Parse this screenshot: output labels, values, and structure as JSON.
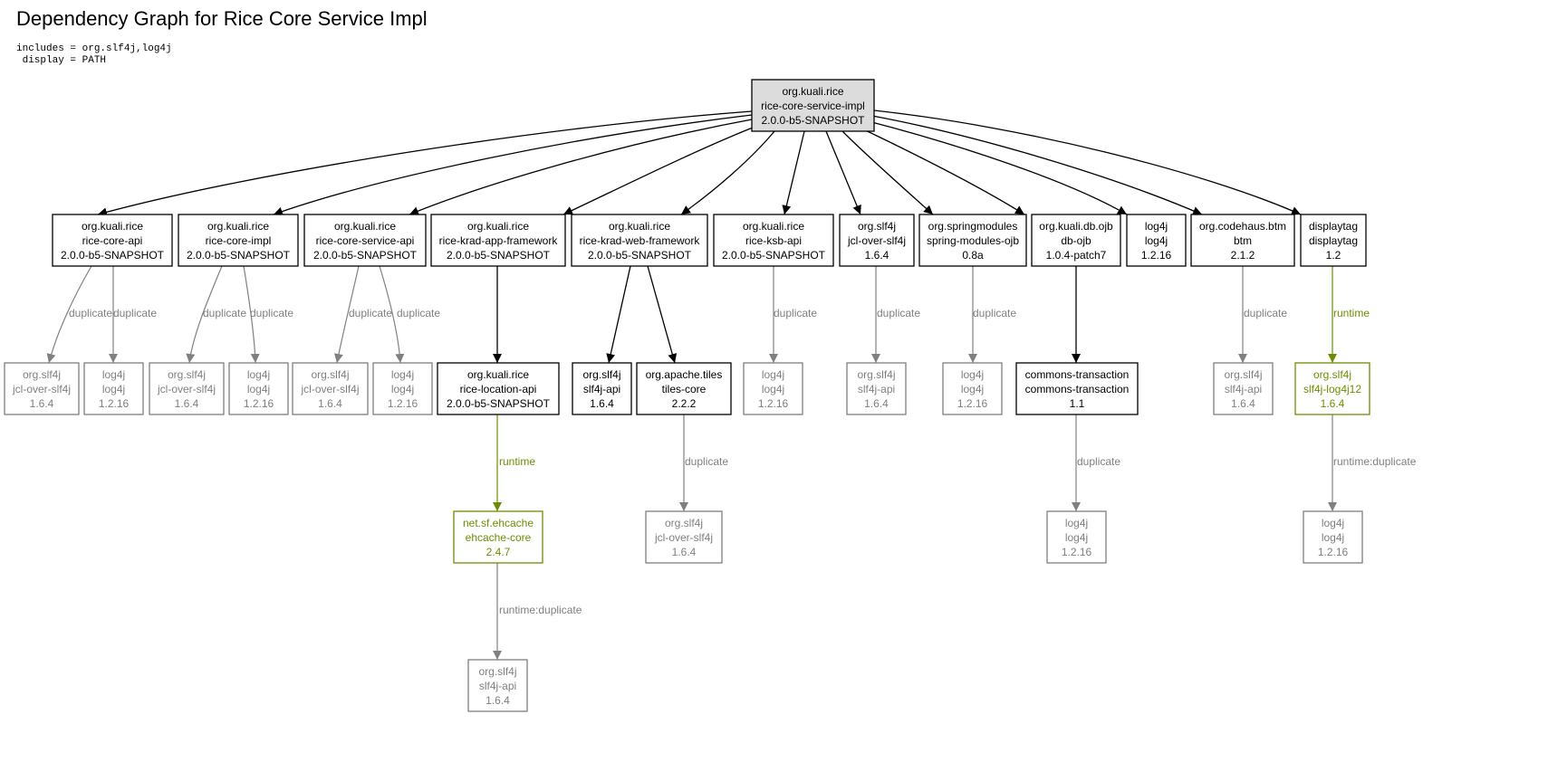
{
  "title": "Dependency Graph for Rice Core Service Impl",
  "params": [
    "includes = org.slf4j,log4j",
    " display = PATH"
  ],
  "colors": {
    "compile": "#000000",
    "duplicate": "#808080",
    "runtime": "#6b8e00",
    "root_fill": "#dcdcdc"
  },
  "nodes": [
    {
      "id": "root",
      "group": "org.kuali.rice",
      "artifact": "rice-core-service-impl",
      "version": "2.0.0-b5-SNAPSHOT",
      "kind": "root"
    },
    {
      "id": "core-api",
      "group": "org.kuali.rice",
      "artifact": "rice-core-api",
      "version": "2.0.0-b5-SNAPSHOT",
      "kind": "compile"
    },
    {
      "id": "core-impl",
      "group": "org.kuali.rice",
      "artifact": "rice-core-impl",
      "version": "2.0.0-b5-SNAPSHOT",
      "kind": "compile"
    },
    {
      "id": "core-service-api",
      "group": "org.kuali.rice",
      "artifact": "rice-core-service-api",
      "version": "2.0.0-b5-SNAPSHOT",
      "kind": "compile"
    },
    {
      "id": "krad-app",
      "group": "org.kuali.rice",
      "artifact": "rice-krad-app-framework",
      "version": "2.0.0-b5-SNAPSHOT",
      "kind": "compile"
    },
    {
      "id": "krad-web",
      "group": "org.kuali.rice",
      "artifact": "rice-krad-web-framework",
      "version": "2.0.0-b5-SNAPSHOT",
      "kind": "compile"
    },
    {
      "id": "ksb-api",
      "group": "org.kuali.rice",
      "artifact": "rice-ksb-api",
      "version": "2.0.0-b5-SNAPSHOT",
      "kind": "compile"
    },
    {
      "id": "jcl",
      "group": "org.slf4j",
      "artifact": "jcl-over-slf4j",
      "version": "1.6.4",
      "kind": "compile"
    },
    {
      "id": "springmod",
      "group": "org.springmodules",
      "artifact": "spring-modules-ojb",
      "version": "0.8a",
      "kind": "compile"
    },
    {
      "id": "dbojb",
      "group": "org.kuali.db.ojb",
      "artifact": "db-ojb",
      "version": "1.0.4-patch7",
      "kind": "compile"
    },
    {
      "id": "log4j",
      "group": "log4j",
      "artifact": "log4j",
      "version": "1.2.16",
      "kind": "compile"
    },
    {
      "id": "btm",
      "group": "org.codehaus.btm",
      "artifact": "btm",
      "version": "2.1.2",
      "kind": "compile"
    },
    {
      "id": "displaytag",
      "group": "displaytag",
      "artifact": "displaytag",
      "version": "1.2",
      "kind": "compile"
    },
    {
      "id": "d1",
      "group": "org.slf4j",
      "artifact": "jcl-over-slf4j",
      "version": "1.6.4",
      "kind": "duplicate"
    },
    {
      "id": "d2",
      "group": "log4j",
      "artifact": "log4j",
      "version": "1.2.16",
      "kind": "duplicate"
    },
    {
      "id": "d3",
      "group": "org.slf4j",
      "artifact": "jcl-over-slf4j",
      "version": "1.6.4",
      "kind": "duplicate"
    },
    {
      "id": "d4",
      "group": "log4j",
      "artifact": "log4j",
      "version": "1.2.16",
      "kind": "duplicate"
    },
    {
      "id": "d5",
      "group": "org.slf4j",
      "artifact": "jcl-over-slf4j",
      "version": "1.6.4",
      "kind": "duplicate"
    },
    {
      "id": "d6",
      "group": "log4j",
      "artifact": "log4j",
      "version": "1.2.16",
      "kind": "duplicate"
    },
    {
      "id": "location",
      "group": "org.kuali.rice",
      "artifact": "rice-location-api",
      "version": "2.0.0-b5-SNAPSHOT",
      "kind": "compile"
    },
    {
      "id": "slf4japi",
      "group": "org.slf4j",
      "artifact": "slf4j-api",
      "version": "1.6.4",
      "kind": "compile"
    },
    {
      "id": "tiles",
      "group": "org.apache.tiles",
      "artifact": "tiles-core",
      "version": "2.2.2",
      "kind": "compile"
    },
    {
      "id": "d7",
      "group": "log4j",
      "artifact": "log4j",
      "version": "1.2.16",
      "kind": "duplicate"
    },
    {
      "id": "d8",
      "group": "org.slf4j",
      "artifact": "slf4j-api",
      "version": "1.6.4",
      "kind": "duplicate"
    },
    {
      "id": "d9",
      "group": "log4j",
      "artifact": "log4j",
      "version": "1.2.16",
      "kind": "duplicate"
    },
    {
      "id": "commons",
      "group": "commons-transaction",
      "artifact": "commons-transaction",
      "version": "1.1",
      "kind": "compile"
    },
    {
      "id": "d10",
      "group": "org.slf4j",
      "artifact": "slf4j-api",
      "version": "1.6.4",
      "kind": "duplicate"
    },
    {
      "id": "slf4jlog4j",
      "group": "org.slf4j",
      "artifact": "slf4j-log4j12",
      "version": "1.6.4",
      "kind": "runtime"
    },
    {
      "id": "ehcache",
      "group": "net.sf.ehcache",
      "artifact": "ehcache-core",
      "version": "2.4.7",
      "kind": "runtime"
    },
    {
      "id": "d11",
      "group": "org.slf4j",
      "artifact": "jcl-over-slf4j",
      "version": "1.6.4",
      "kind": "duplicate"
    },
    {
      "id": "d12",
      "group": "log4j",
      "artifact": "log4j",
      "version": "1.2.16",
      "kind": "duplicate"
    },
    {
      "id": "d13",
      "group": "log4j",
      "artifact": "log4j",
      "version": "1.2.16",
      "kind": "duplicate"
    },
    {
      "id": "d14",
      "group": "org.slf4j",
      "artifact": "slf4j-api",
      "version": "1.6.4",
      "kind": "duplicate"
    }
  ],
  "edges": [
    {
      "from": "root",
      "to": "core-api",
      "label": "",
      "kind": "compile"
    },
    {
      "from": "root",
      "to": "core-impl",
      "label": "",
      "kind": "compile"
    },
    {
      "from": "root",
      "to": "core-service-api",
      "label": "",
      "kind": "compile"
    },
    {
      "from": "root",
      "to": "krad-app",
      "label": "",
      "kind": "compile"
    },
    {
      "from": "root",
      "to": "krad-web",
      "label": "",
      "kind": "compile"
    },
    {
      "from": "root",
      "to": "ksb-api",
      "label": "",
      "kind": "compile"
    },
    {
      "from": "root",
      "to": "jcl",
      "label": "",
      "kind": "compile"
    },
    {
      "from": "root",
      "to": "springmod",
      "label": "",
      "kind": "compile"
    },
    {
      "from": "root",
      "to": "dbojb",
      "label": "",
      "kind": "compile"
    },
    {
      "from": "root",
      "to": "log4j",
      "label": "",
      "kind": "compile"
    },
    {
      "from": "root",
      "to": "btm",
      "label": "",
      "kind": "compile"
    },
    {
      "from": "root",
      "to": "displaytag",
      "label": "",
      "kind": "compile"
    },
    {
      "from": "core-api",
      "to": "d1",
      "label": "duplicate",
      "kind": "duplicate"
    },
    {
      "from": "core-api",
      "to": "d2",
      "label": "duplicate",
      "kind": "duplicate"
    },
    {
      "from": "core-impl",
      "to": "d3",
      "label": "duplicate",
      "kind": "duplicate"
    },
    {
      "from": "core-impl",
      "to": "d4",
      "label": "duplicate",
      "kind": "duplicate"
    },
    {
      "from": "core-service-api",
      "to": "d5",
      "label": "duplicate",
      "kind": "duplicate"
    },
    {
      "from": "core-service-api",
      "to": "d6",
      "label": "duplicate",
      "kind": "duplicate"
    },
    {
      "from": "krad-app",
      "to": "location",
      "label": "",
      "kind": "compile"
    },
    {
      "from": "krad-web",
      "to": "slf4japi",
      "label": "",
      "kind": "compile"
    },
    {
      "from": "krad-web",
      "to": "tiles",
      "label": "",
      "kind": "compile"
    },
    {
      "from": "ksb-api",
      "to": "d7",
      "label": "duplicate",
      "kind": "duplicate"
    },
    {
      "from": "jcl",
      "to": "d8",
      "label": "duplicate",
      "kind": "duplicate"
    },
    {
      "from": "springmod",
      "to": "d9",
      "label": "duplicate",
      "kind": "duplicate"
    },
    {
      "from": "dbojb",
      "to": "commons",
      "label": "",
      "kind": "compile"
    },
    {
      "from": "btm",
      "to": "d10",
      "label": "duplicate",
      "kind": "duplicate"
    },
    {
      "from": "displaytag",
      "to": "slf4jlog4j",
      "label": "runtime",
      "kind": "runtime"
    },
    {
      "from": "location",
      "to": "ehcache",
      "label": "runtime",
      "kind": "runtime"
    },
    {
      "from": "tiles",
      "to": "d11",
      "label": "duplicate",
      "kind": "duplicate"
    },
    {
      "from": "commons",
      "to": "d12",
      "label": "duplicate",
      "kind": "duplicate"
    },
    {
      "from": "slf4jlog4j",
      "to": "d13",
      "label": "runtime:duplicate",
      "kind": "duplicate"
    },
    {
      "from": "ehcache",
      "to": "d14",
      "label": "runtime:duplicate",
      "kind": "duplicate"
    }
  ]
}
